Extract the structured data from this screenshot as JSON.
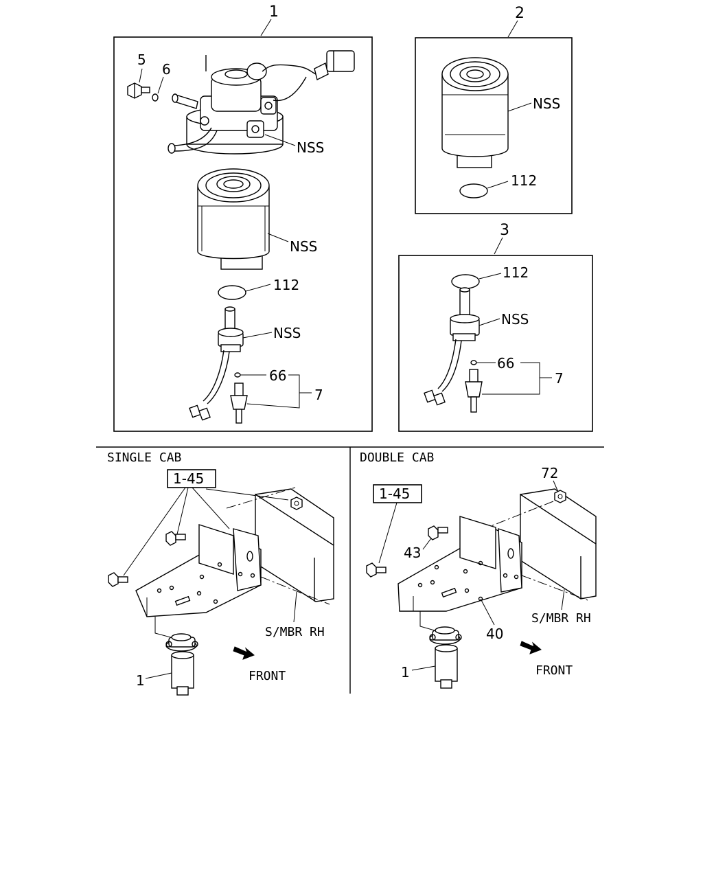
{
  "callouts": {
    "assy_1": "1",
    "assy_2": "2",
    "assy_3": "3",
    "bolt_5": "5",
    "washer_6": "6",
    "nss_head_1": "NSS",
    "nss_element_1": "NSS",
    "ring_112_1": "112",
    "nss_sensor_1": "NSS",
    "ring_66_1": "66",
    "switch_7_1": "7",
    "nss_element_2": "NSS",
    "ring_112_2": "112",
    "ring_112_3": "112",
    "nss_sensor_3": "NSS",
    "ring_66_3": "66",
    "switch_7_3": "7"
  },
  "single_cab": {
    "heading": "SINGLE CAB",
    "ref_box": "1-45",
    "member_label": "S/MBR RH",
    "front_label": "FRONT",
    "filter_callout": "1"
  },
  "double_cab": {
    "heading": "DOUBLE CAB",
    "ref_box": "1-45",
    "nut_callout": "72",
    "bolt_callout": "43",
    "bracket_callout": "40",
    "member_label": "S/MBR RH",
    "front_label": "FRONT",
    "filter_callout": "1"
  }
}
